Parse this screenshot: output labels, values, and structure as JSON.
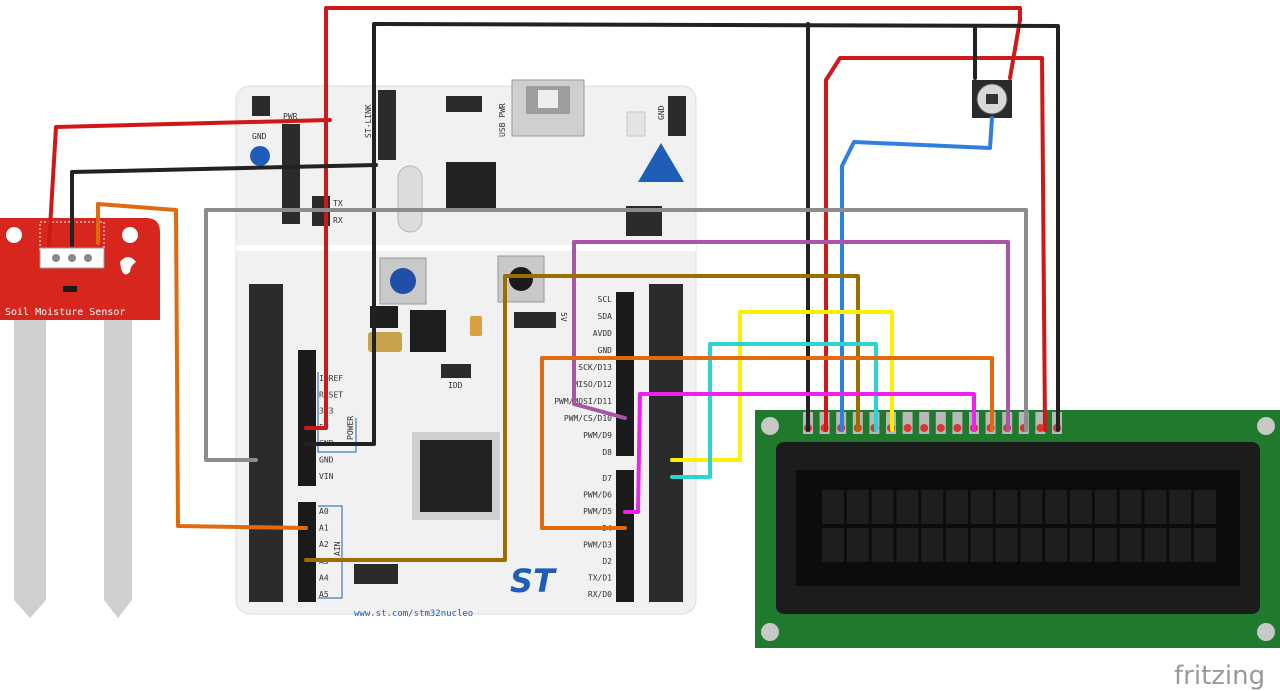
{
  "sensor": {
    "label": "Soil Moisture Sensor",
    "board_color": "#d7261e"
  },
  "nucleo": {
    "top_labels": {
      "gnd_left": "GND",
      "pwr": "PWR",
      "usb_pwr": "USB PWR",
      "gnd_right": "GND",
      "tx": "TX",
      "rx": "RX",
      "stlink": "ST-LINK",
      "v5": "5V",
      "idd": "IDD"
    },
    "power_pins": [
      "IOREF",
      "RESET",
      "3V3",
      "5V",
      "GND",
      "GND",
      "VIN"
    ],
    "power_group": "POWER",
    "analog_pins": [
      "A0",
      "A1",
      "A2",
      "A3",
      "A4",
      "A5"
    ],
    "analog_group": "AIN",
    "digital_pins": [
      "SCL",
      "SDA",
      "AVDD",
      "GND",
      "SCK/D13",
      "MISO/D12",
      "PWM/MOSI/D11",
      "PWM/CS/D10",
      "PWM/D9",
      "D8",
      "D7",
      "PWM/D6",
      "PWM/D5",
      "D4",
      "PWM/D3",
      "D2",
      "TX/D1",
      "RX/D0"
    ],
    "url": "www.st.com/stm32nucleo",
    "logo": "ST"
  },
  "lcd": {
    "pcb_color": "#1f7a2e",
    "pin_count": 16
  },
  "watermark": "fritzing",
  "wire_colors": {
    "red": "#d01818",
    "black": "#222222",
    "gray": "#8c8c8c",
    "purple": "#a855a8",
    "olive": "#9a6f00",
    "yellow": "#ffee00",
    "cyan": "#2ad4d4",
    "orange": "#e06a10",
    "magenta": "#ee22ee",
    "blue": "#2f7fe0"
  }
}
